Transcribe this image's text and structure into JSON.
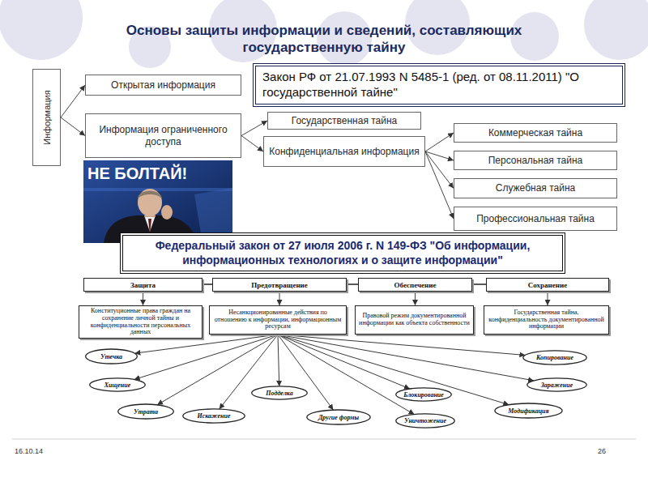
{
  "diagram": {
    "title": "Основы защиты информации и сведений, составляющих государственную тайну",
    "nodes": [
      {
        "text": [
          "Информация"
        ]
      },
      {
        "text": [
          "Открытая информация"
        ]
      },
      {
        "text": [
          "Закон РФ от 21.07.1993 N 5485-1 (ред. от 08.11.2011) \"О государственной тайне\""
        ]
      },
      {
        "text": [
          "Информация ограниченного доступа"
        ]
      },
      {
        "text": [
          "Государственная тайна"
        ]
      },
      {
        "text": [
          "Конфиденциальная информация"
        ]
      },
      {
        "text": [
          "Коммерческая тайна"
        ]
      },
      {
        "text": [
          "Персональная тайна"
        ]
      },
      {
        "text": [
          "Служебная тайна"
        ]
      },
      {
        "text": [
          "Профессиональная тайна"
        ]
      },
      {
        "text": [
          "Федеральный закон от 27 июля 2006 г. N 149-ФЗ \"Об информации, информационных технологиях и о защите информации\""
        ]
      },
      {
        "text": [
          "Защита"
        ]
      },
      {
        "text": [
          "Предотвращение"
        ]
      },
      {
        "text": [
          "Обеспечение"
        ]
      },
      {
        "text": [
          "Сохранение"
        ]
      },
      {
        "text": [
          "Конституционные права граждан на сохранение личной тайны и конфиденциальности персональных данных"
        ]
      },
      {
        "text": [
          "Несанкционированные действия по отношению к информации, информационным ресурсам"
        ]
      },
      {
        "text": [
          "Правовой режим документированной информации как объекта собственности"
        ]
      },
      {
        "text": [
          "Государственная тайна, конфиденциальность документированной информации"
        ]
      },
      {
        "text": [
          "Утечка"
        ]
      },
      {
        "text": [
          "Копирование"
        ]
      },
      {
        "text": [
          "Хищение"
        ]
      },
      {
        "text": [
          "Подделка"
        ]
      },
      {
        "text": [
          "Блокирование"
        ]
      },
      {
        "text": [
          "Заражение"
        ]
      },
      {
        "text": [
          "Утрата"
        ]
      },
      {
        "text": [
          "Искажение"
        ]
      },
      {
        "text": [
          "Другие формы"
        ]
      },
      {
        "text": [
          "Уничтожение"
        ]
      },
      {
        "text": [
          "Модификация"
        ]
      }
    ],
    "edges": [
      {
        "from": 0,
        "to": 1,
        "arrow": "to"
      },
      {
        "from": 0,
        "to": 3,
        "arrow": "to"
      },
      {
        "from": 3,
        "to": 4,
        "arrow": "to"
      },
      {
        "from": 3,
        "to": 5,
        "arrow": "to"
      },
      {
        "from": 5,
        "to": 6,
        "arrow": "to"
      },
      {
        "from": 5,
        "to": 7,
        "arrow": "to"
      },
      {
        "from": 5,
        "to": 8,
        "arrow": "to"
      },
      {
        "from": 5,
        "to": 9,
        "arrow": "to"
      },
      {
        "from": 11,
        "to": 15,
        "arrow": "to"
      },
      {
        "from": 12,
        "to": 16,
        "arrow": "to"
      },
      {
        "from": 13,
        "to": 17,
        "arrow": "to"
      },
      {
        "from": 14,
        "to": 18,
        "arrow": "to"
      },
      {
        "from": 16,
        "to": 19,
        "arrow": "to"
      },
      {
        "from": 16,
        "to": 20,
        "arrow": "to"
      },
      {
        "from": 16,
        "to": 21,
        "arrow": "to"
      },
      {
        "from": 16,
        "to": 22,
        "arrow": "to"
      },
      {
        "from": 16,
        "to": 23,
        "arrow": "to"
      },
      {
        "from": 16,
        "to": 24,
        "arrow": "to"
      },
      {
        "from": 16,
        "to": 25,
        "arrow": "to"
      },
      {
        "from": 16,
        "to": 26,
        "arrow": "to"
      },
      {
        "from": 16,
        "to": 27,
        "arrow": "to"
      },
      {
        "from": 16,
        "to": 28,
        "arrow": "to"
      },
      {
        "from": 16,
        "to": 29,
        "arrow": "to"
      }
    ],
    "labels": [
      "НЕ БОЛТАЙ!",
      "16.10.14",
      "26"
    ]
  }
}
